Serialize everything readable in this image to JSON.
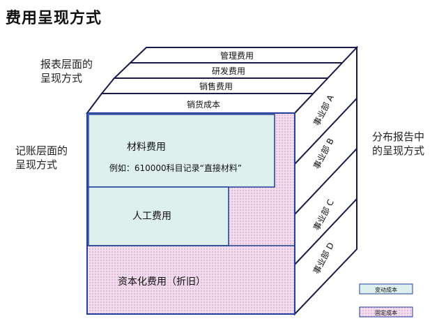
{
  "title": "费用呈现方式",
  "labels": {
    "report_level": [
      "报表层面的",
      "呈现方式"
    ],
    "ledger_level": [
      "记账层面的",
      "呈现方式"
    ],
    "distribution_report": [
      "分布报告中",
      "的呈现方式"
    ]
  },
  "top_layers": [
    "管理费用",
    "研发费用",
    "销售费用",
    "销货成本"
  ],
  "front_blocks": {
    "materials": "材料费用",
    "materials_example": "例如：610000科目记录“直接材料”",
    "labor": "人工费用",
    "capital": "资本化费用（折旧）"
  },
  "divisions": [
    "事业部 A",
    "事业部 B",
    "事业部 C",
    "事业部 D"
  ],
  "legend": {
    "variable_cost": "变动成本",
    "fixed_cost": "固定成本"
  },
  "colors": {
    "variable": "#ddf0ee",
    "fixed": "#f2dcee",
    "fixed_dot": "#c997bf",
    "outline": "#1a1a4a",
    "front_border": "#1f3f99"
  }
}
